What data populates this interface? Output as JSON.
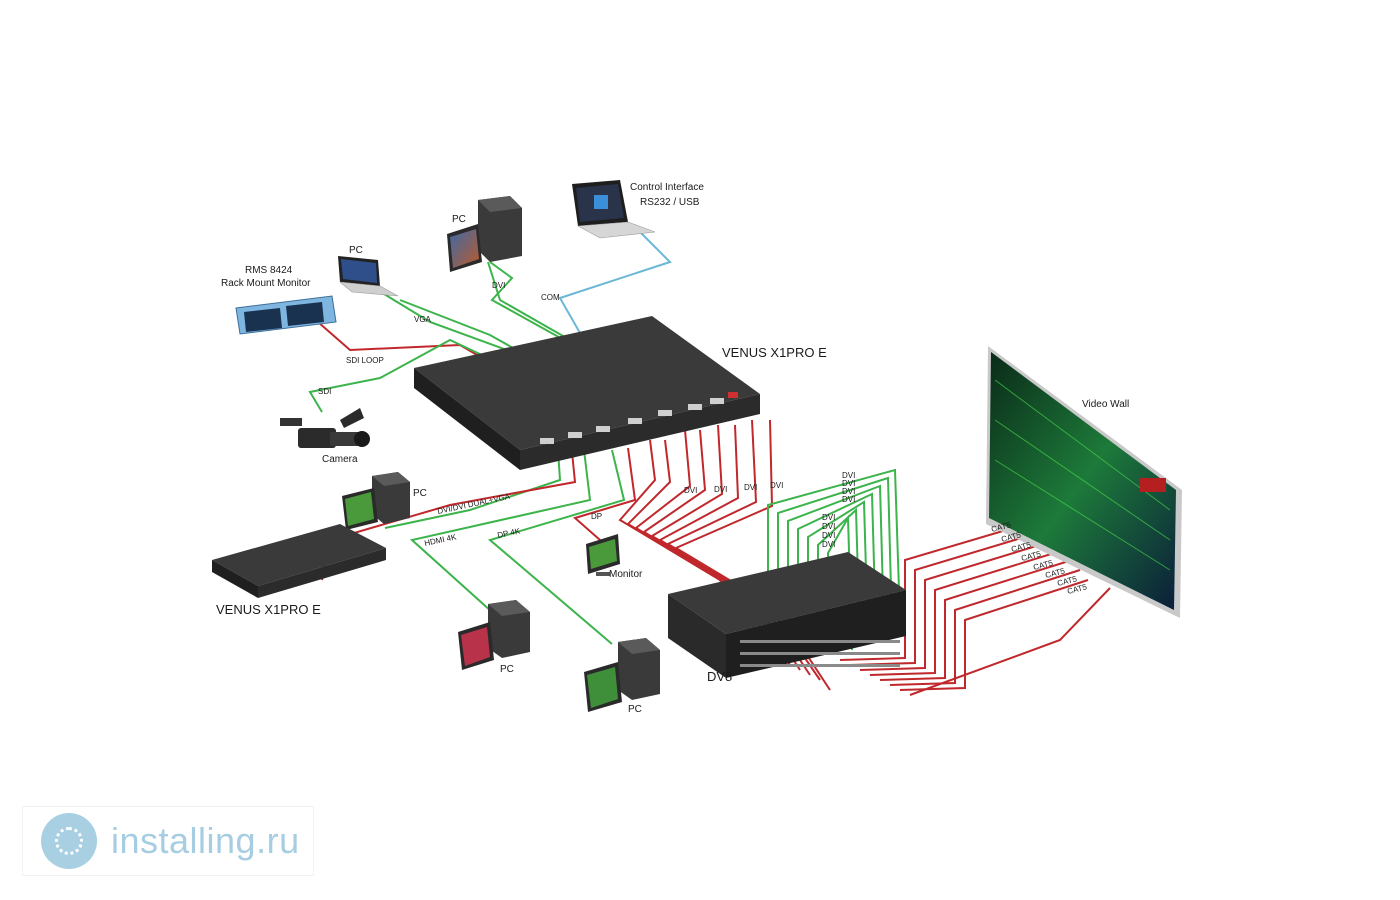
{
  "devices": {
    "main_switcher": "VENUS X1PRO E",
    "secondary_switcher": "VENUS X1PRO E",
    "distributor": "DV8",
    "video_wall": "Video Wall",
    "camera": "Camera",
    "monitor": "Monitor",
    "rack_monitor_line1": "RMS 8424",
    "rack_monitor_line2": "Rack Mount Monitor",
    "control_line1": "Control Interface",
    "control_line2": "RS232 / USB",
    "pc": "PC"
  },
  "signals": {
    "sdi_loop": "SDI LOOP",
    "sdi": "SDI",
    "vga": "VGA",
    "dvi": "DVI",
    "com": "COM",
    "dvi_dual_vga": "DVI/DVI DUAL+VGA",
    "hdmi_4k": "HDMI 4K",
    "dp_4k": "DP 4K",
    "dp": "DP",
    "cat5": "CAT5"
  },
  "colors": {
    "red_cable": "#c0282c",
    "green_cable": "#3cb44b",
    "blue_cable": "#6ab7d6",
    "device_body": "#2b2b2b"
  },
  "watermark": {
    "text": "installing.ru",
    "logo": "installing-logo-icon"
  }
}
